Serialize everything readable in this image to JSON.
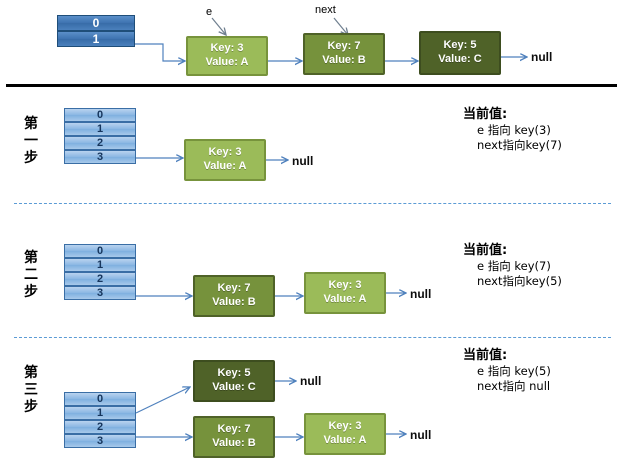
{
  "title": "HashMap resize linked-list transfer diagram",
  "colors": {
    "node_light_green": "#9bbb59",
    "node_mid_green": "#76923c",
    "node_dark_green": "#4f6228",
    "bucket_blue_light": "#8cb8e4",
    "bucket_blue_dark": "#4b81bd",
    "arrow_blue": "#4f81bd",
    "dashed_rule": "#5b9bd5",
    "solid_rule": "#000000",
    "text_dark": "#0d0d0d"
  },
  "labels": {
    "null": "null",
    "pointer_e": "e",
    "pointer_next": "next"
  },
  "top": {
    "bucket_cells": [
      "0",
      "1"
    ],
    "nodes": [
      {
        "key": "Key: 3",
        "value": "Value: A",
        "shade": "light"
      },
      {
        "key": "Key: 7",
        "value": "Value: B",
        "shade": "mid"
      },
      {
        "key": "Key: 5",
        "value": "Value: C",
        "shade": "dark"
      }
    ],
    "tail": "null",
    "pointers": [
      {
        "name": "e",
        "target": "Key: 3"
      },
      {
        "name": "next",
        "target": "Key: 7"
      }
    ]
  },
  "steps": [
    {
      "id": "step-1",
      "label_chars": [
        "第",
        "一",
        "步"
      ],
      "bucket_cells": [
        "0",
        "1",
        "2",
        "3"
      ],
      "chains": [
        {
          "from_index": "3",
          "nodes": [
            {
              "key": "Key: 3",
              "value": "Value: A",
              "shade": "light"
            }
          ],
          "tail": "null"
        }
      ],
      "note": {
        "title": "当前值:",
        "lines": [
          "e  指向 key(3)",
          "next指向key(7)"
        ]
      }
    },
    {
      "id": "step-2",
      "label_chars": [
        "第",
        "二",
        "步"
      ],
      "bucket_cells": [
        "0",
        "1",
        "2",
        "3"
      ],
      "chains": [
        {
          "from_index": "3",
          "nodes": [
            {
              "key": "Key: 7",
              "value": "Value: B",
              "shade": "mid"
            },
            {
              "key": "Key: 3",
              "value": "Value: A",
              "shade": "light"
            }
          ],
          "tail": "null"
        }
      ],
      "note": {
        "title": "当前值:",
        "lines": [
          "e  指向 key(7)",
          "next指向key(5)"
        ]
      }
    },
    {
      "id": "step-3",
      "label_chars": [
        "第",
        "三",
        "步"
      ],
      "bucket_cells": [
        "0",
        "1",
        "2",
        "3"
      ],
      "chains": [
        {
          "from_index": "1",
          "nodes": [
            {
              "key": "Key: 5",
              "value": "Value: C",
              "shade": "dark"
            }
          ],
          "tail": "null"
        },
        {
          "from_index": "3",
          "nodes": [
            {
              "key": "Key: 7",
              "value": "Value: B",
              "shade": "mid"
            },
            {
              "key": "Key: 3",
              "value": "Value: A",
              "shade": "light"
            }
          ],
          "tail": "null"
        }
      ],
      "note": {
        "title": "当前值:",
        "lines": [
          "e  指向 key(5)",
          "next指向 null"
        ]
      }
    }
  ]
}
